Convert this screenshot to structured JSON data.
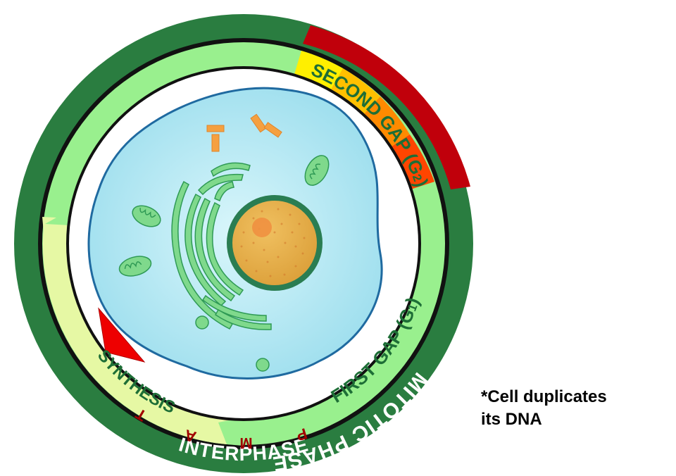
{
  "labels": {
    "mitotic_phase": "MITOTIC PHASE",
    "interphase": "INTERPHASE",
    "second_gap": "SECOND GAP (G",
    "second_gap_sub": "2",
    "second_gap_close": ")",
    "first_gap": "FIRST GAP (G",
    "first_gap_sub": "1",
    "first_gap_close": ")",
    "synthesis": "SYNTHESIS",
    "mitosis_stages": {
      "p": "P",
      "m": "M",
      "a": "A",
      "t": "T"
    }
  },
  "note": {
    "line1": "*Cell duplicates",
    "line2": "its DNA"
  },
  "colors": {
    "outer_ring": "#2a7d40",
    "mitotic_ring": "#c0000b",
    "g1_g2": "#99f08e",
    "synthesis": "#e6f8a4",
    "prophase": "#ffef00",
    "metaphase": "#ffc000",
    "anaphase": "#ff8a00",
    "telophase": "#ff4500",
    "cytoplasm": "#b3ecf5",
    "nucleus": "#e3a93d",
    "nuclear_envelope": "#2a7d52",
    "organelle": "#7fd98c",
    "centriole": "#f5a040",
    "arrow": "#ee0000"
  }
}
